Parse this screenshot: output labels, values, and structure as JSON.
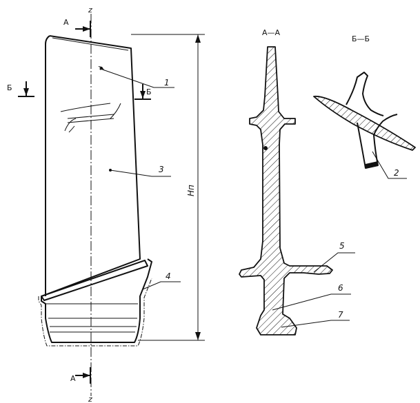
{
  "section_labels": {
    "aa_top": "А",
    "aa_bottom": "А",
    "bb_left": "Б",
    "bb_right": "Б",
    "section_aa": "А—А",
    "section_bb": "Б—Б"
  },
  "axis_labels": {
    "top": "z",
    "bottom": "z"
  },
  "dimension_label": "Hп",
  "callouts": [
    "1",
    "2",
    "3",
    "4",
    "5",
    "6",
    "7"
  ]
}
